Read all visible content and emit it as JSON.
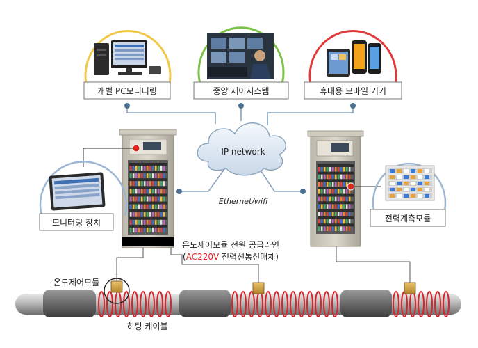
{
  "top_nodes": [
    {
      "label": "개별 PC모니터링",
      "ring_color": "#f2c84b"
    },
    {
      "label": "중앙 제어시스템",
      "ring_color": "#7cc24a"
    },
    {
      "label": "휴대용 모바일 기기",
      "ring_color": "#e23a3a"
    }
  ],
  "cloud_label": "IP network",
  "link_label": "Ethernet/wifi",
  "left_module_label": "모니터링 장치",
  "right_module_label": "전력계측모듈",
  "supply_line": {
    "title": "온도제어모듈 전원 공급라인",
    "detail_open": "(",
    "detail_red": "AC220V",
    "detail_rest": " 전력선통신매체)",
    "highlight_color": "#e02020"
  },
  "temp_module_label": "온도제어모듈",
  "heating_cable_label": "히팅 케이블",
  "icons": [
    "pc-monitor-icon",
    "control-room-icon",
    "mobile-device-icon",
    "cloud-icon",
    "cabinet-icon",
    "monitor-screen-icon",
    "power-meter-icon",
    "pipe-icon",
    "heating-coil-icon",
    "temp-module-icon"
  ]
}
